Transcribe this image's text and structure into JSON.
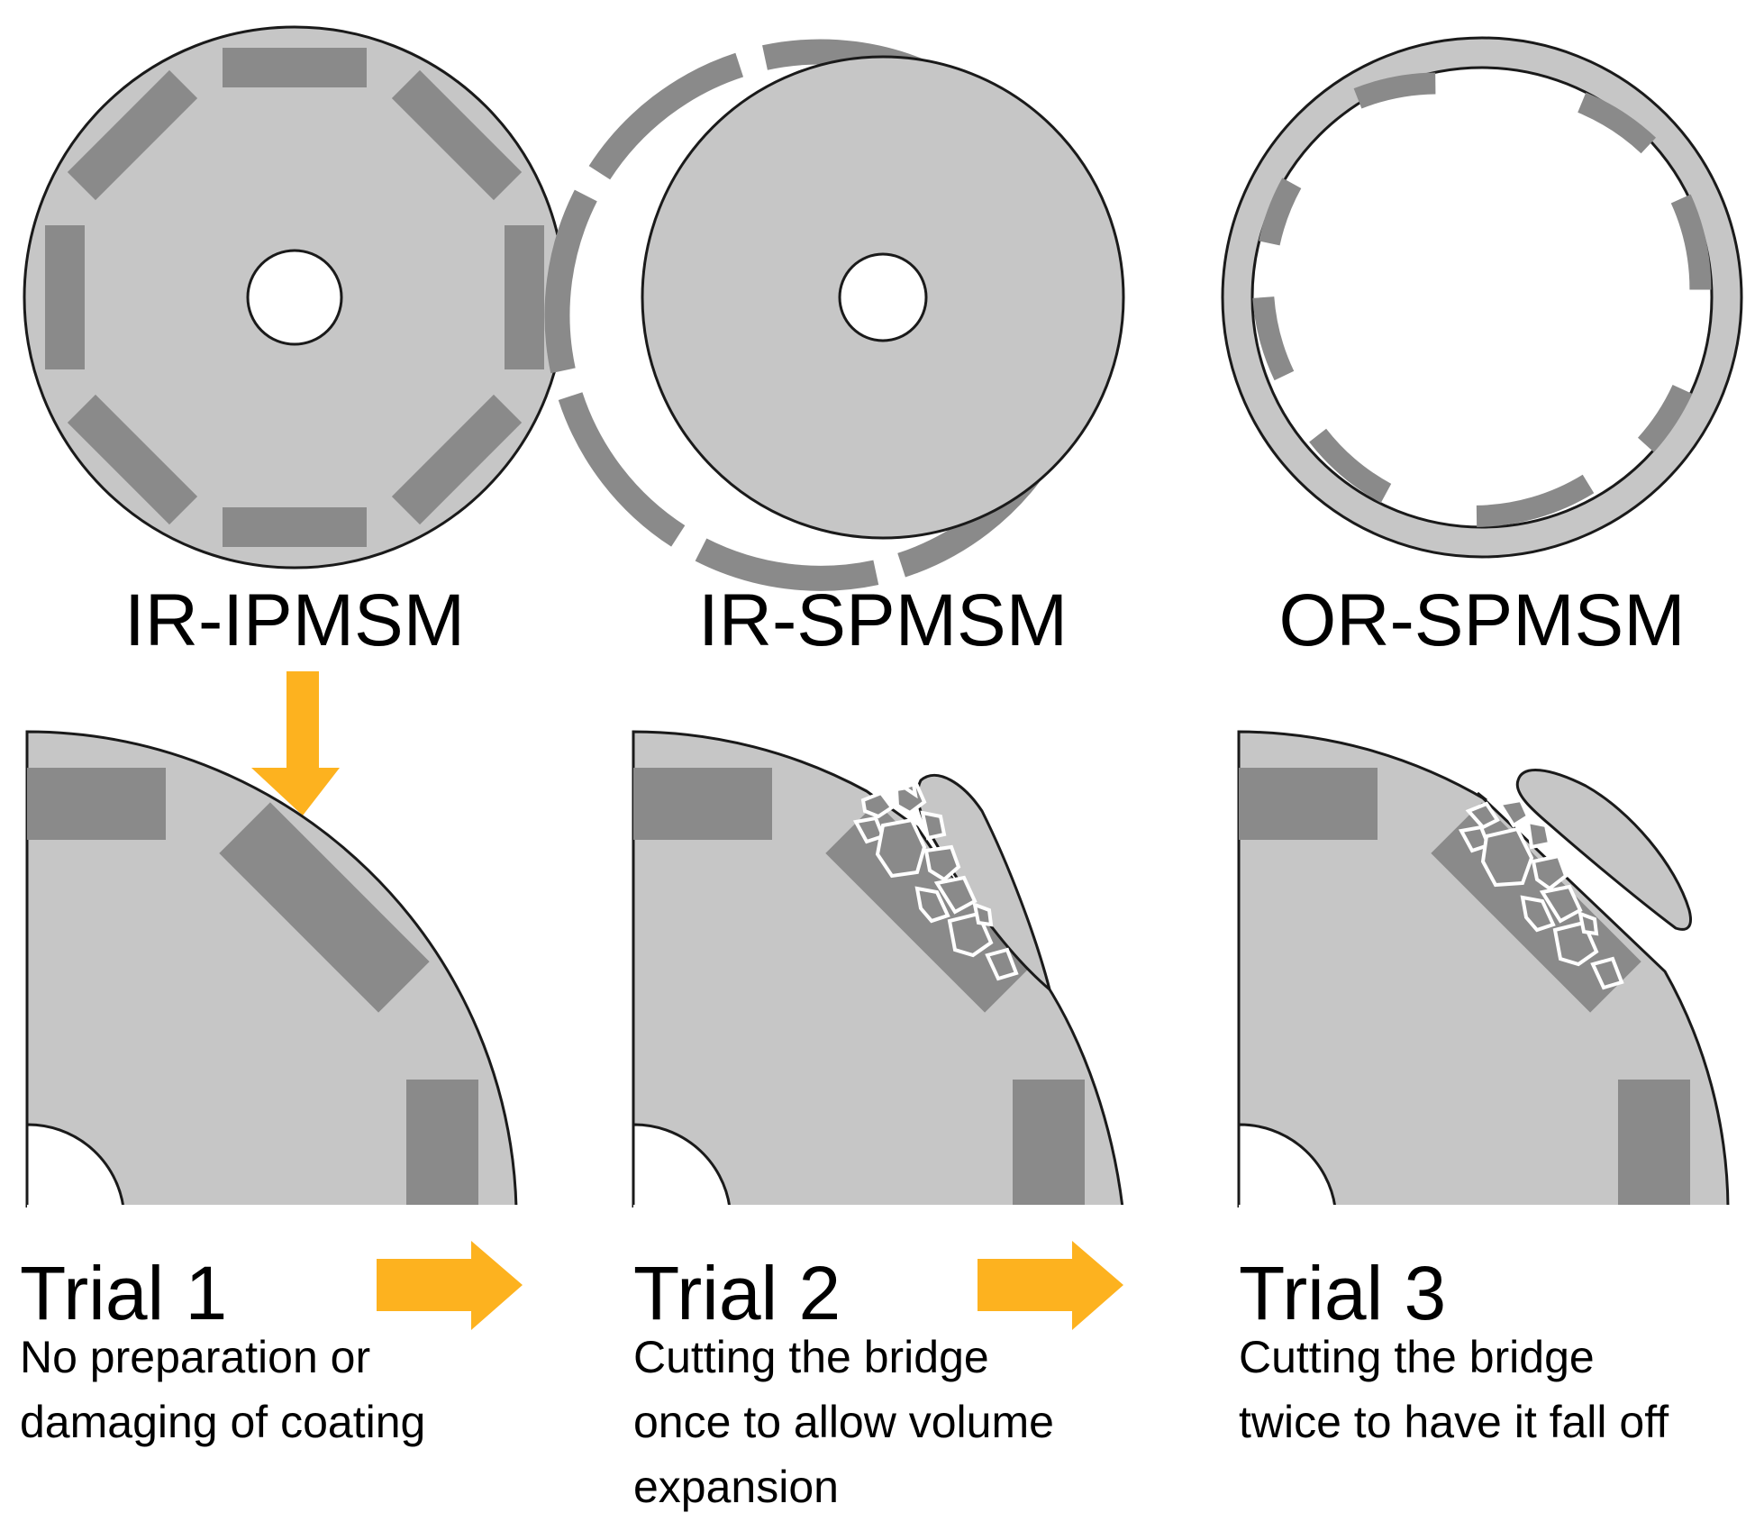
{
  "colors": {
    "steel": "#c6c6c6",
    "magnet": "#8a8a8a",
    "outline": "#1a1a1a",
    "arrow": "#fdb21f",
    "background": "#ffffff"
  },
  "motors": [
    {
      "label": "IR-IPMSM"
    },
    {
      "label": "IR-SPMSM"
    },
    {
      "label": "OR-SPMSM"
    }
  ],
  "trials": [
    {
      "title": "Trial 1",
      "desc_line1": "No preparation or",
      "desc_line2": "damaging of coating",
      "desc_line3": ""
    },
    {
      "title": "Trial 2",
      "desc_line1": "Cutting the bridge",
      "desc_line2": "once to allow volume",
      "desc_line3": "expansion"
    },
    {
      "title": "Trial 3",
      "desc_line1": "Cutting the bridge",
      "desc_line2": "twice to have it fall off",
      "desc_line3": ""
    }
  ],
  "icons": {
    "down_arrow": "down-arrow-icon",
    "right_arrow": "right-arrow-icon"
  }
}
